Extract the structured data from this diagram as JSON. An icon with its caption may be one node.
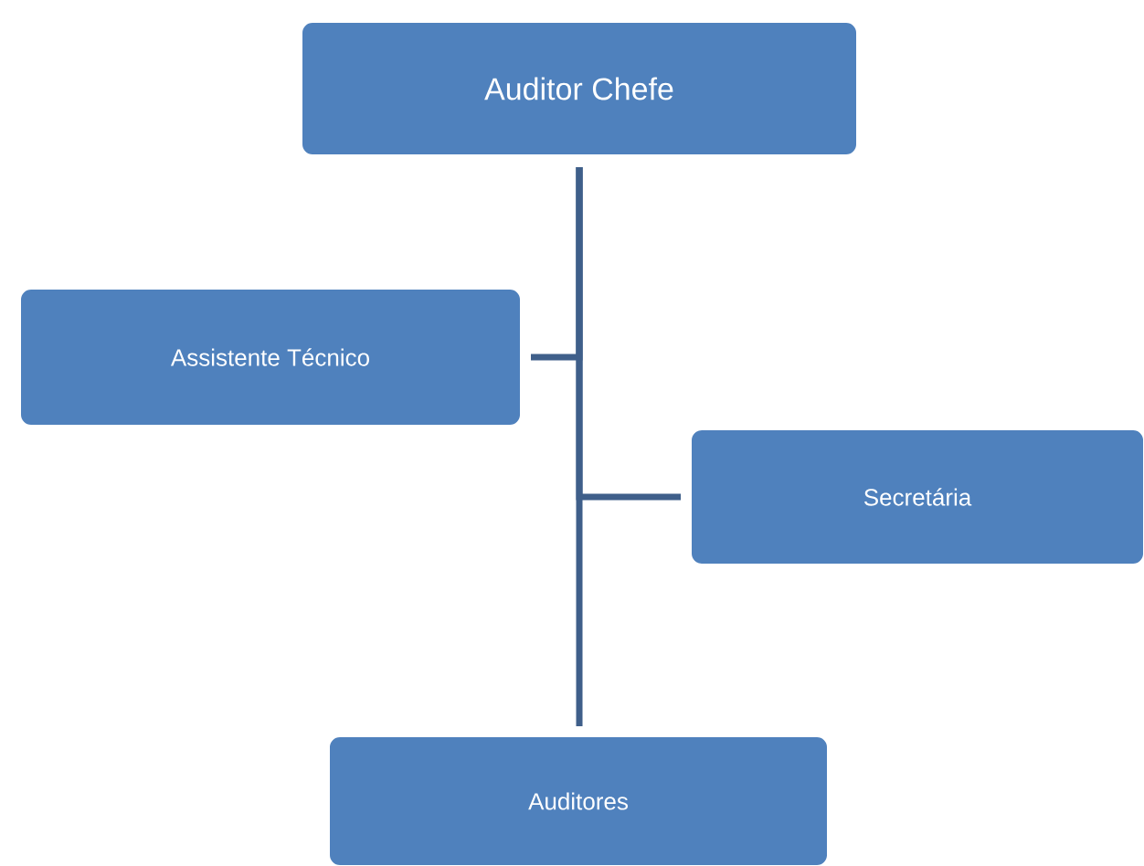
{
  "diagram": {
    "nodes": [
      {
        "text": [
          "Auditor Chefe"
        ]
      },
      {
        "text": [
          "Assistente Técnico"
        ]
      },
      {
        "text": [
          "Secretária"
        ]
      },
      {
        "text": [
          "Auditores"
        ]
      }
    ],
    "edges": [
      {
        "from": 0,
        "to": 1,
        "arrow": "none"
      },
      {
        "from": 0,
        "to": 2,
        "arrow": "none"
      },
      {
        "from": 0,
        "to": 3,
        "arrow": "none"
      }
    ]
  }
}
